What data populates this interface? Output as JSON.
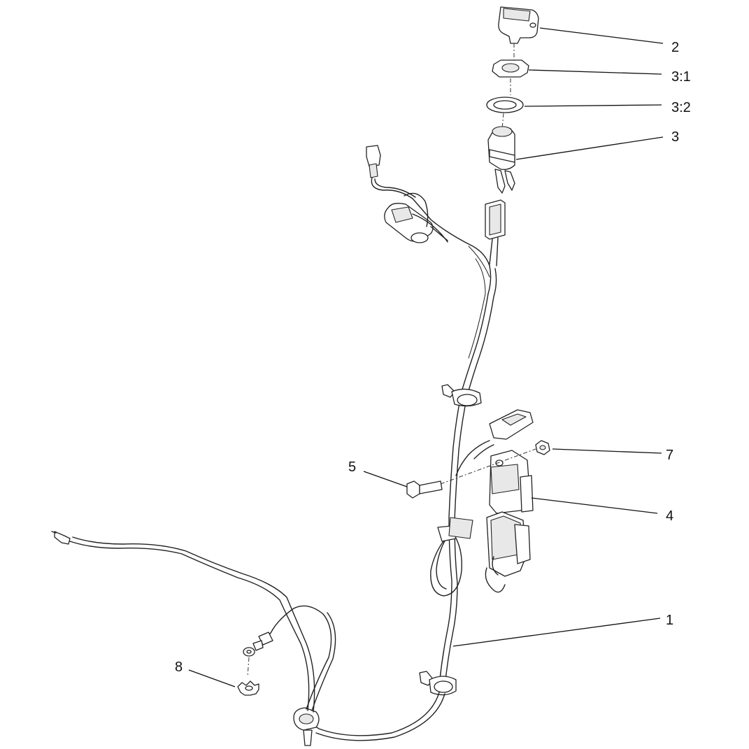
{
  "callouts": {
    "c2": "2",
    "c3_1": "3:1",
    "c3_2": "3:2",
    "c3": "3",
    "c7": "7",
    "c5": "5",
    "c4": "4",
    "c1": "1",
    "c8": "8"
  },
  "colors": {
    "line": "#222222",
    "background": "#ffffff"
  }
}
